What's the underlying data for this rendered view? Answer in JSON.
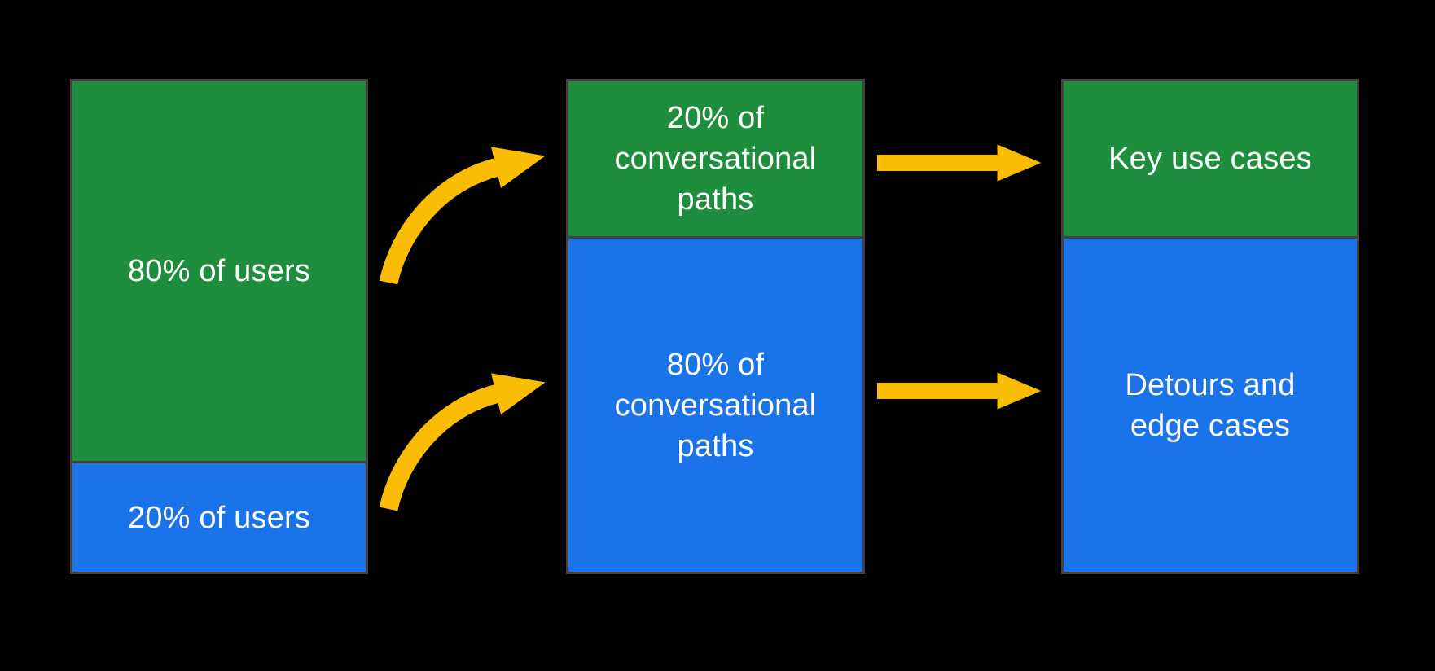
{
  "diagram": {
    "background": "#000000",
    "colors": {
      "green": "#1E8E3E",
      "blue": "#1A73E8",
      "arrow_yellow": "#FBBC04",
      "bar_border": "#454140",
      "text": "#FFFFFF",
      "background": "#000000"
    },
    "columns": [
      {
        "name": "users",
        "top_segment": {
          "color": "green",
          "label": "80% of users"
        },
        "bottom_segment": {
          "color": "blue",
          "label": "20% of users"
        }
      },
      {
        "name": "conversational-paths",
        "top_segment": {
          "color": "green",
          "label": "20% of\nconversational\npaths"
        },
        "bottom_segment": {
          "color": "blue",
          "label": "80% of\nconversational\npaths"
        }
      },
      {
        "name": "use-cases",
        "top_segment": {
          "color": "green",
          "label": "Key use cases"
        },
        "bottom_segment": {
          "color": "blue",
          "label": "Detours and\nedge cases"
        }
      }
    ],
    "arrows": [
      {
        "name": "curved-arrow-top",
        "style": "curved",
        "from": "80% of users",
        "to": "20% of conversational paths"
      },
      {
        "name": "curved-arrow-bottom",
        "style": "curved",
        "from": "20% of users",
        "to": "80% of conversational paths"
      },
      {
        "name": "straight-arrow-top",
        "style": "straight",
        "from": "20% of conversational paths",
        "to": "Key use cases"
      },
      {
        "name": "straight-arrow-bottom",
        "style": "straight",
        "from": "80% of conversational paths",
        "to": "Detours and edge cases"
      }
    ]
  }
}
